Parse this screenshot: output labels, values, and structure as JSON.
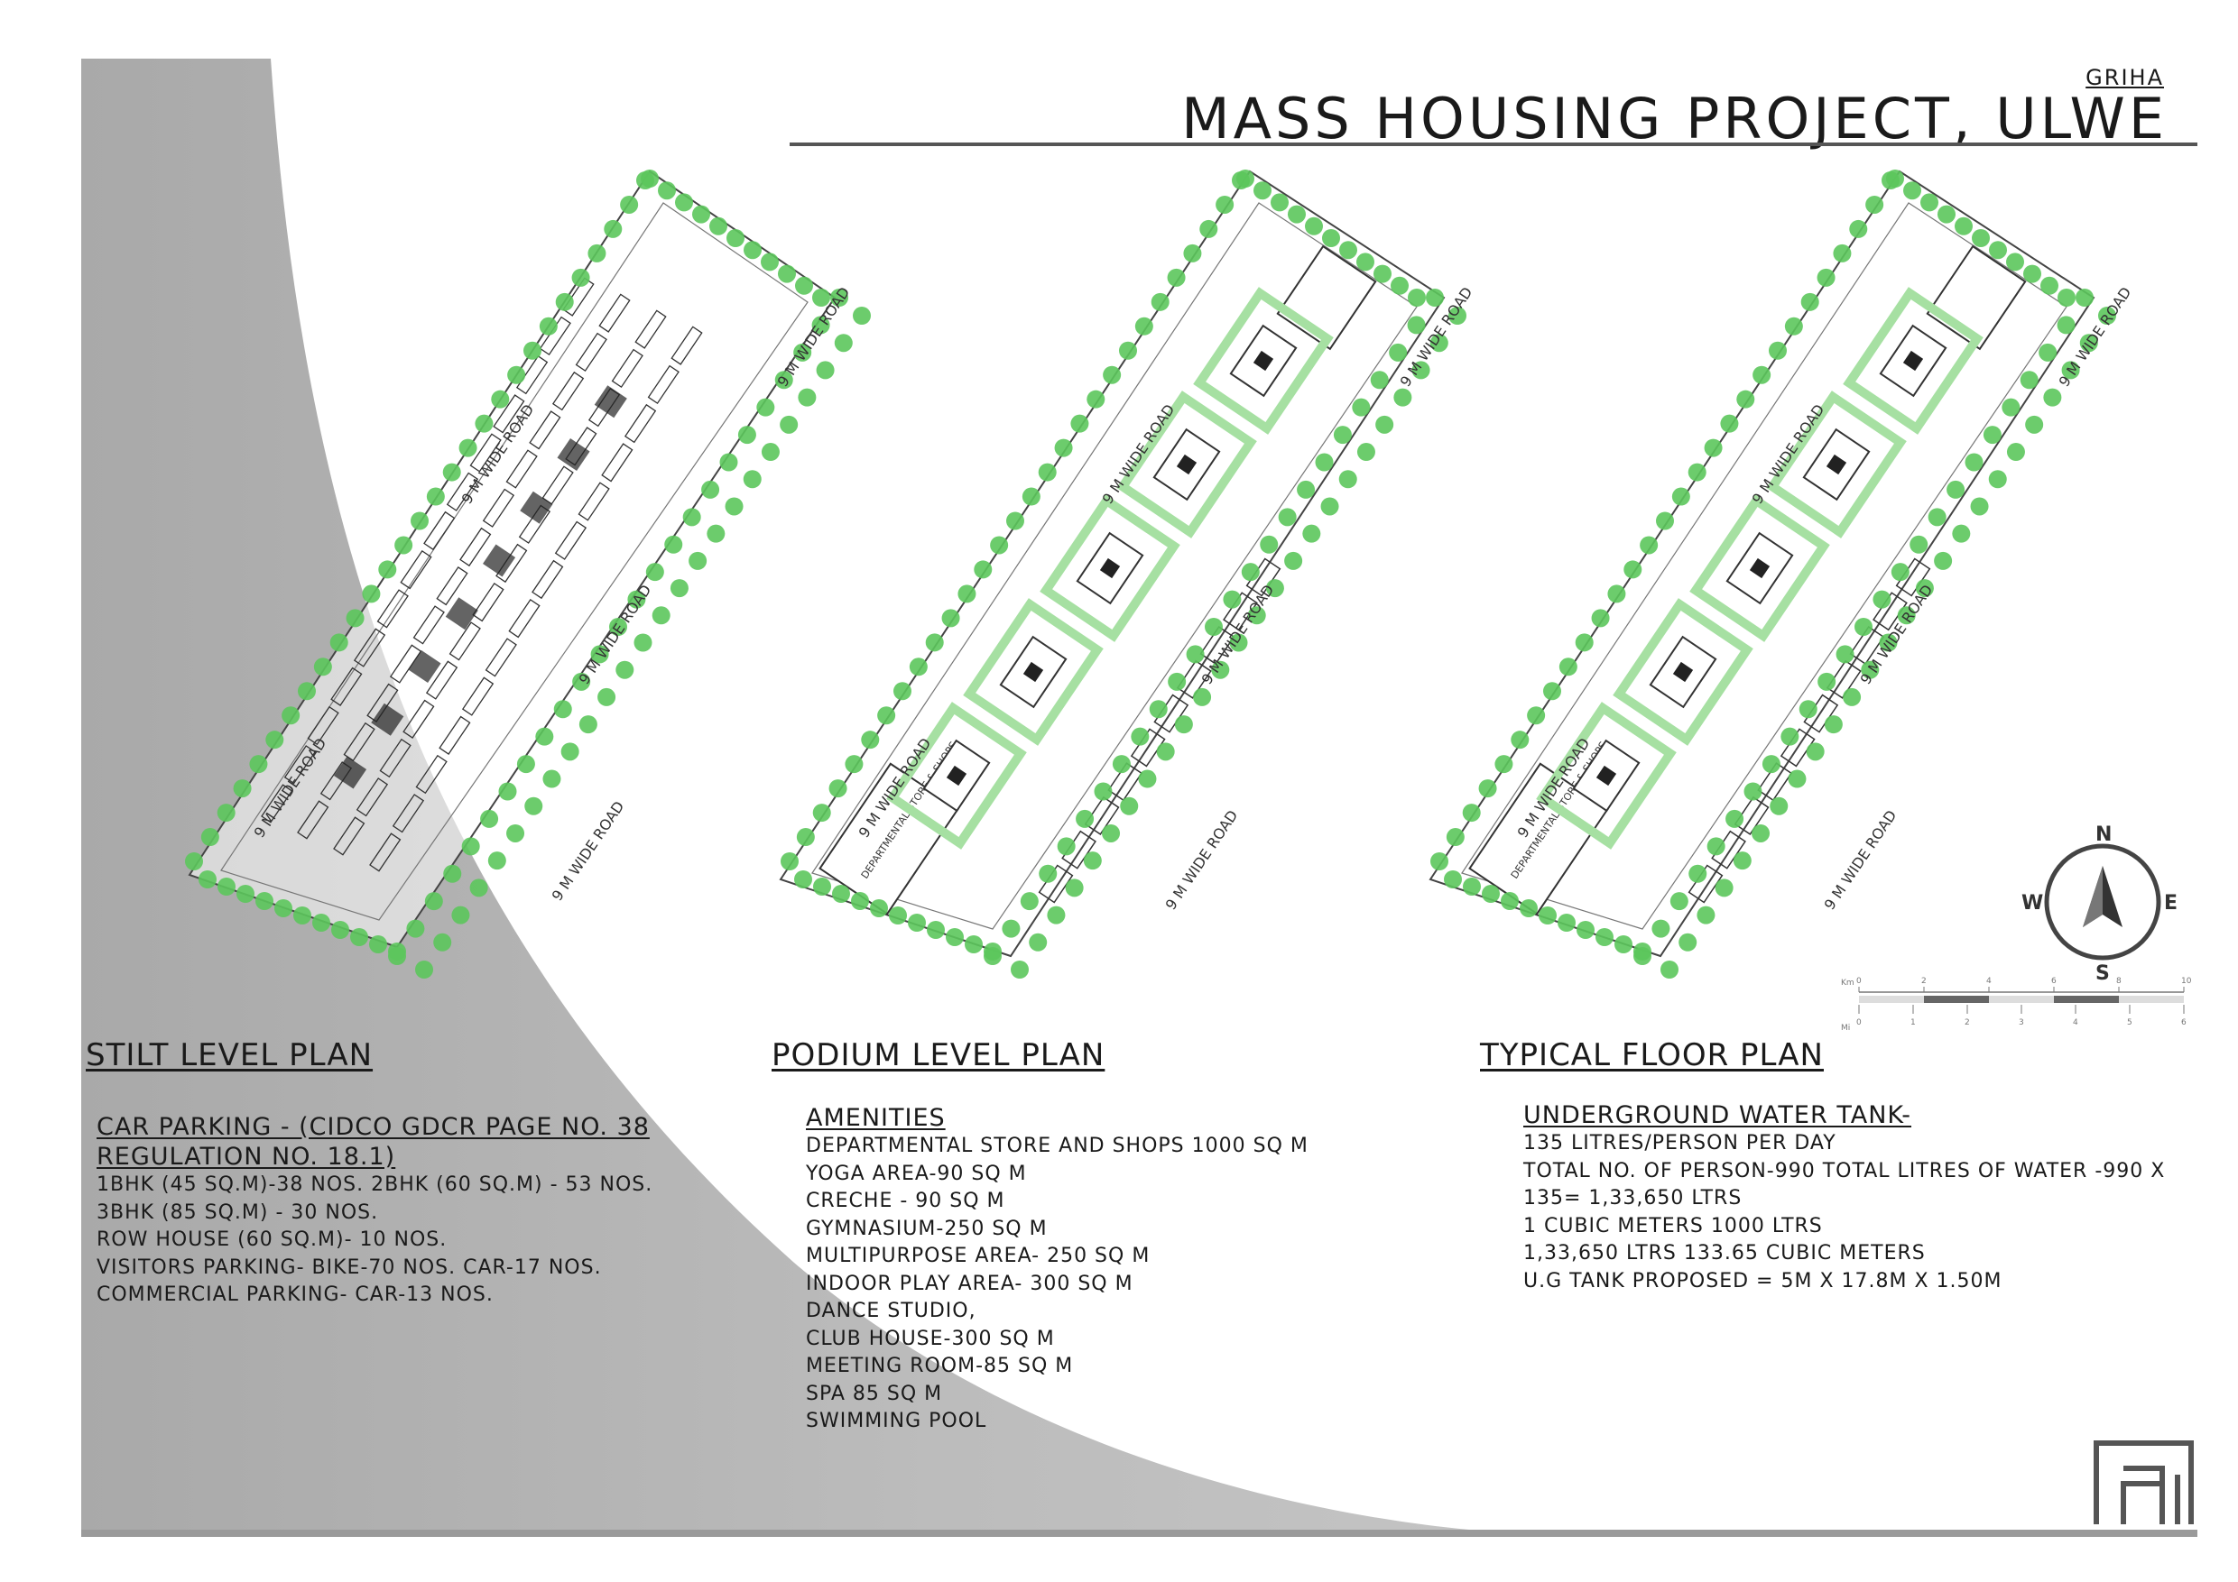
{
  "header": {
    "subtitle": "GRIHA",
    "title": "MASS HOUSING PROJECT, ULWE"
  },
  "road_label": "9 M WIDE ROAD",
  "plans": {
    "stilt": {
      "title": "STILT LEVEL PLAN",
      "notes": [
        "CAR PARKING - (CIDCO GDCR PAGE NO. 38",
        "REGULATION NO. 18.1)",
        "1BHK (45 SQ.M)-38 NOS. 2BHK (60 SQ.M) - 53 NOS.",
        "3BHK (85 SQ.M) - 30 NOS.",
        "ROW HOUSE (60 SQ.M)- 10 NOS.",
        "VISITORS PARKING- BIKE-70 NOS. CAR-17 NOS.",
        "COMMERCIAL PARKING- CAR-13 NOS."
      ]
    },
    "podium": {
      "title": "PODIUM LEVEL PLAN",
      "store_label": "DEPARTMENTAL STORE & SHOPS",
      "notes": [
        "AMENITIES",
        "DEPARTMENTAL STORE AND SHOPS 1000 SQ M",
        "YOGA AREA-90 SQ M",
        "CRECHE - 90 SQ M",
        "GYMNASIUM-250 SQ M",
        "MULTIPURPOSE AREA- 250 SQ M",
        "INDOOR PLAY AREA- 300 SQ M",
        "DANCE STUDIO,",
        "CLUB HOUSE-300 SQ M",
        "MEETING ROOM-85 SQ M",
        "SPA 85 SQ M",
        "SWIMMING POOL"
      ]
    },
    "typical": {
      "title": "TYPICAL FLOOR PLAN",
      "store_label": "DEPARTMENTAL STORE & SHOPS",
      "notes": [
        "UNDERGROUND WATER TANK-",
        "135 LITRES/PERSON PER DAY",
        "TOTAL NO. OF PERSON-990 TOTAL LITRES OF WATER -990 X",
        "135= 1,33,650 LTRS",
        "1 CUBIC METERS 1000 LTRS",
        "1,33,650 LTRS 133.65 CUBIC METERS",
        "U.G TANK PROPOSED = 5M X 17.8M X 1.50M"
      ]
    }
  },
  "compass": {
    "n": "N",
    "s": "S",
    "e": "E",
    "w": "W"
  },
  "scale_bar": {
    "top_unit": "Km",
    "bottom_unit": "Mi",
    "top_ticks": [
      "0",
      "2",
      "4",
      "6",
      "8",
      "10"
    ],
    "bottom_ticks": [
      "0",
      "1",
      "2",
      "3",
      "4",
      "5",
      "6"
    ]
  },
  "colors": {
    "tree": "#5cc75c",
    "tree_light": "#a6e0a2",
    "gray_band": "#b3b3b3",
    "line": "#333333"
  },
  "logo_text": "RI"
}
